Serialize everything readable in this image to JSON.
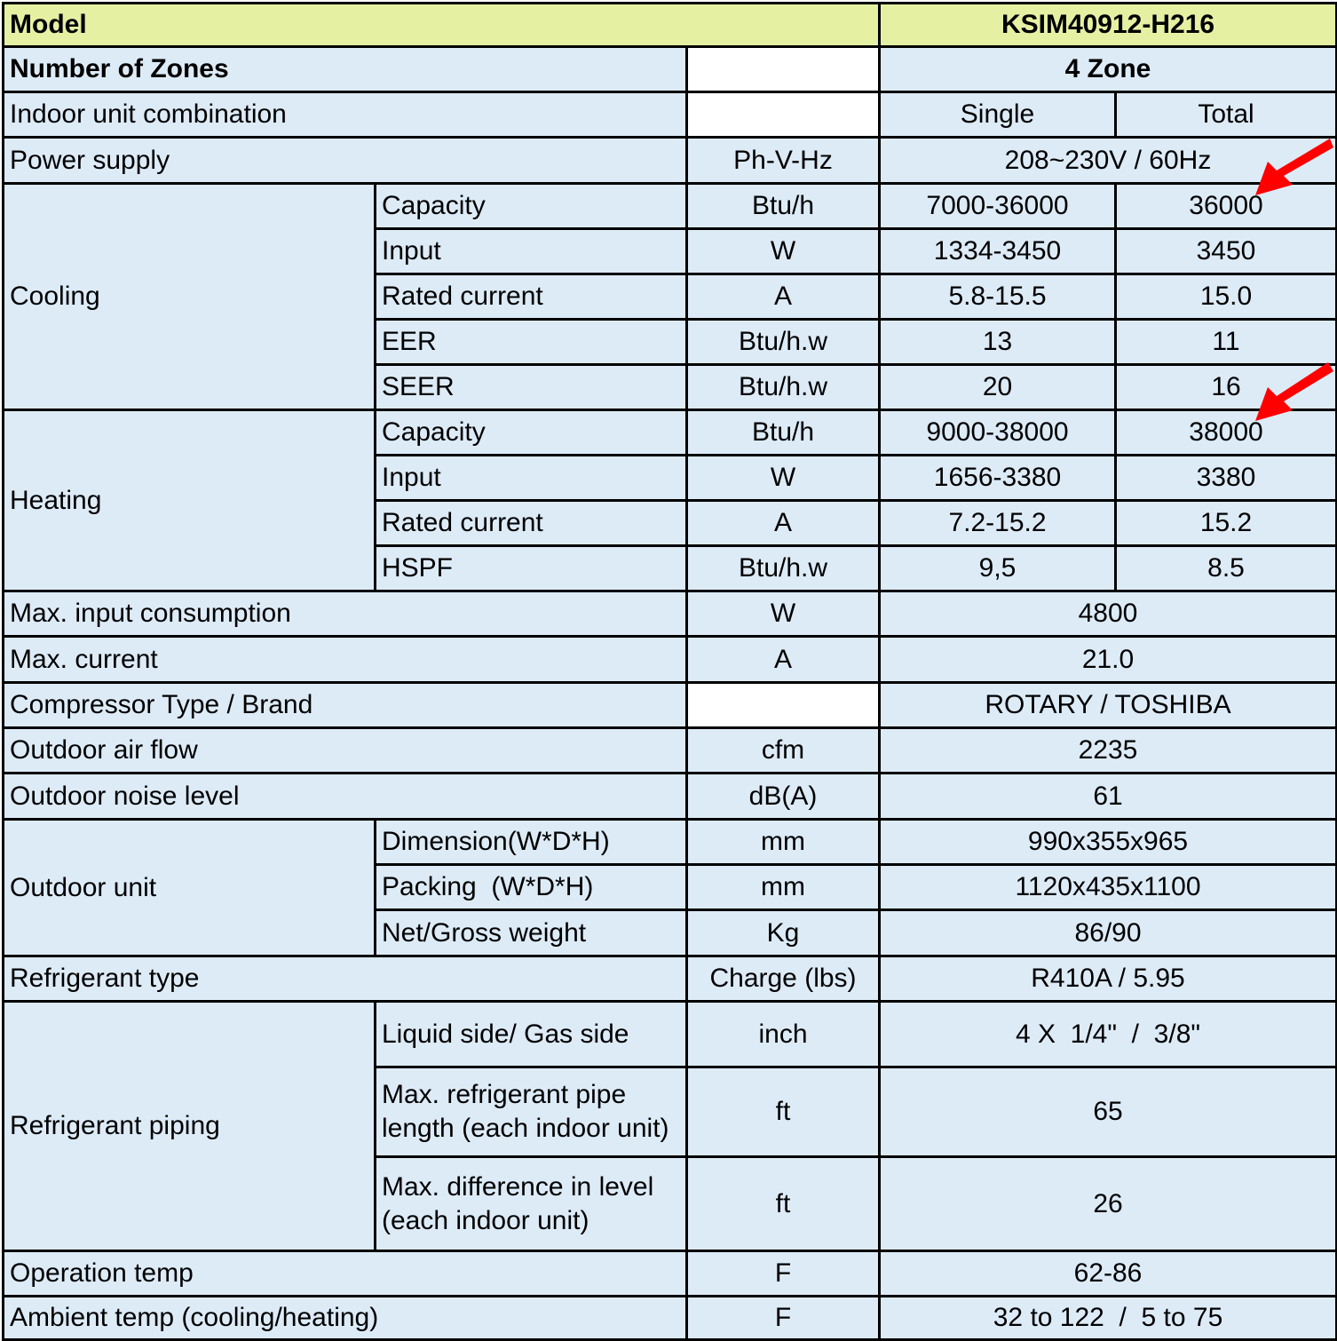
{
  "header": {
    "label": "Model",
    "model": "KSIM40912-H216"
  },
  "zones": {
    "label": "Number of Zones",
    "value": "4 Zone"
  },
  "combination": {
    "label": "Indoor unit combination",
    "single": "Single",
    "total": "Total"
  },
  "power": {
    "label": "Power supply",
    "unit": "Ph-V-Hz",
    "value": "208~230V / 60Hz"
  },
  "cooling": {
    "label": "Cooling",
    "rows": [
      {
        "label": "Capacity",
        "unit": "Btu/h",
        "single": "7000-36000",
        "total": "36000"
      },
      {
        "label": "Input",
        "unit": "W",
        "single": "1334-3450",
        "total": "3450"
      },
      {
        "label": "Rated current",
        "unit": "A",
        "single": "5.8-15.5",
        "total": "15.0"
      },
      {
        "label": "EER",
        "unit": "Btu/h.w",
        "single": "13",
        "total": "11"
      },
      {
        "label": "SEER",
        "unit": "Btu/h.w",
        "single": "20",
        "total": "16"
      }
    ]
  },
  "heating": {
    "label": "Heating",
    "rows": [
      {
        "label": "Capacity",
        "unit": "Btu/h",
        "single": "9000-38000",
        "total": "38000"
      },
      {
        "label": "Input",
        "unit": "W",
        "single": "1656-3380",
        "total": "3380"
      },
      {
        "label": "Rated current",
        "unit": "A",
        "single": "7.2-15.2",
        "total": "15.2"
      },
      {
        "label": "HSPF",
        "unit": "Btu/h.w",
        "single": "9,5",
        "total": "8.5"
      }
    ]
  },
  "max_input": {
    "label": "Max. input consumption",
    "unit": "W",
    "value": "4800"
  },
  "max_current": {
    "label": "Max. current",
    "unit": "A",
    "value": "21.0"
  },
  "compressor": {
    "label": "Compressor Type / Brand",
    "unit": "",
    "value": "ROTARY / TOSHIBA"
  },
  "air_flow": {
    "label": "Outdoor air flow",
    "unit": "cfm",
    "value": "2235"
  },
  "noise": {
    "label": "Outdoor noise level",
    "unit": "dB(A)",
    "value": "61"
  },
  "outdoor_unit": {
    "label": "Outdoor unit",
    "rows": [
      {
        "label": "Dimension(W*D*H)",
        "unit": "mm",
        "value": "990x355x965"
      },
      {
        "label": "Packing  (W*D*H)",
        "unit": "mm",
        "value": "1120x435x1100"
      },
      {
        "label": "Net/Gross weight",
        "unit": "Kg",
        "value": "86/90"
      }
    ]
  },
  "refrigerant": {
    "label": "Refrigerant type",
    "unit": "Charge (lbs)",
    "value": "R410A / 5.95"
  },
  "piping": {
    "label": "Refrigerant piping",
    "rows": [
      {
        "label": "Liquid side/ Gas side",
        "unit": "inch",
        "value": "4 X  1/4\"  /  3/8\""
      },
      {
        "label": "Max. refrigerant pipe length (each indoor unit)",
        "unit": "ft",
        "value": "65"
      },
      {
        "label": "Max. difference in level (each indoor unit)",
        "unit": "ft",
        "value": "26"
      }
    ]
  },
  "operation_temp": {
    "label": "Operation temp",
    "unit": "F",
    "value": "62-86"
  },
  "ambient_temp": {
    "label": "Ambient temp (cooling/heating)",
    "unit": "F",
    "value": "32 to 122  /  5 to 75"
  },
  "annotations": {
    "arrow_color": "#ff0000",
    "arrow_icon": "red-arrow-icon"
  }
}
